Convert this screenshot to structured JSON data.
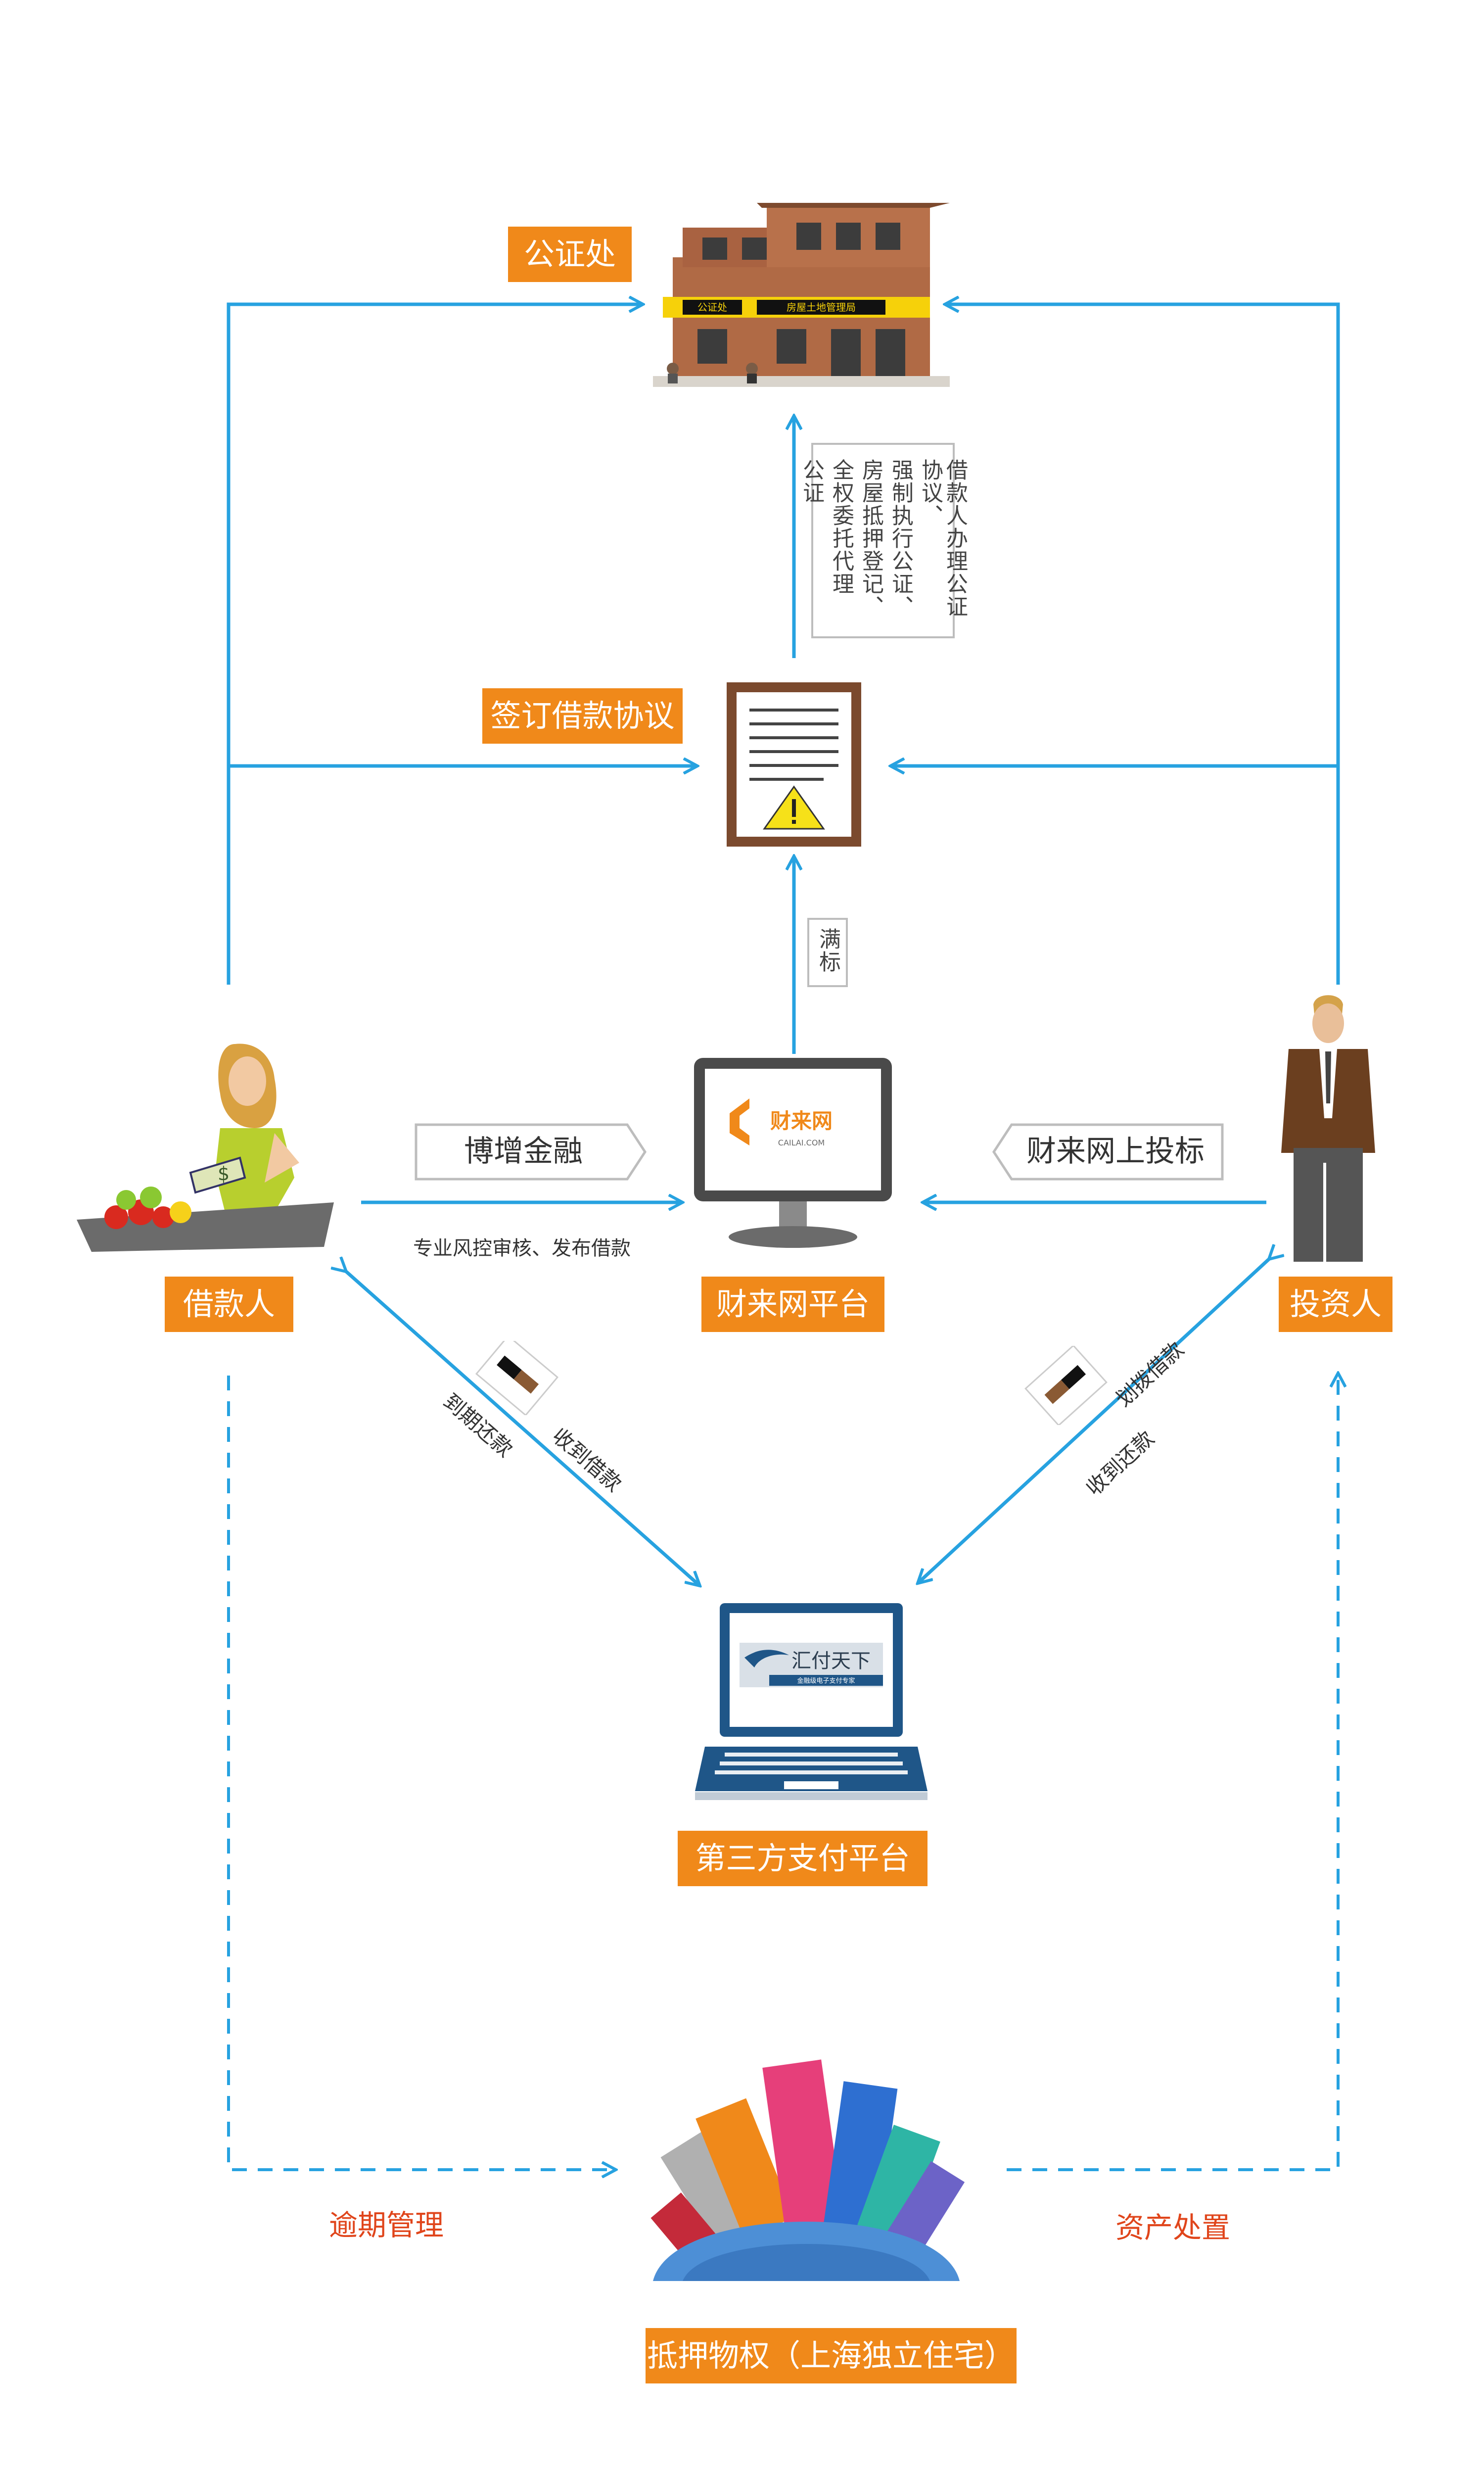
{
  "nodes": {
    "notary": "公证处",
    "agreement": "签订借款协议",
    "platform": "财来网平台",
    "borrower": "借款人",
    "investor": "投资人",
    "payment": "第三方支付平台",
    "collateral": "抵押物权（上海独立住宅）"
  },
  "building_signs": [
    "公证处",
    "房屋土地管理局"
  ],
  "notary_steps": [
    "借款人办理公证协议、",
    "强制执行公证、",
    "房屋抵押登记、",
    "全权委托代理",
    "公证"
  ],
  "full_tag": "满标",
  "borrower_tag": "博增金融",
  "investor_tag": "财来网上投标",
  "platform_note": "专业风控审核、发布借款",
  "platform_logo": {
    "name": "财来网",
    "url": "CAILAI.COM"
  },
  "payment_logo": {
    "name": "汇付天下",
    "sub": "金融级电子支付专家"
  },
  "left_flow": {
    "repay": "到期还款",
    "receive": "收到借款"
  },
  "right_flow": {
    "transfer": "划拨借款",
    "receive": "收到还款"
  },
  "overdue": "逾期管理",
  "disposal": "资产处置",
  "colors": {
    "line": "#27a2e0",
    "label_bg": "#f0891a",
    "label_text": "#ffffff",
    "red_text": "#e0451b"
  }
}
